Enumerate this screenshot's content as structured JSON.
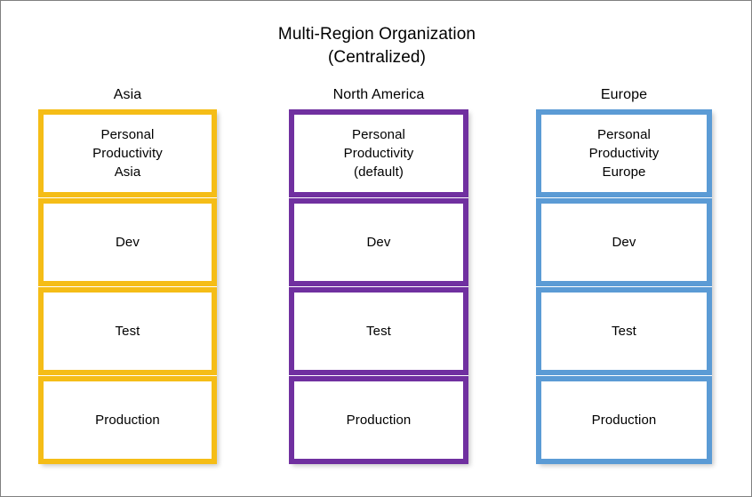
{
  "diagram": {
    "title": "Multi-Region Organization\n(Centralized)",
    "border_color": "#808080",
    "background": "#ffffff"
  },
  "columns": [
    {
      "header": "Asia",
      "color": "#F5BD17",
      "nodes": [
        {
          "label": "Personal\nProductivity\nAsia"
        },
        {
          "label": "Dev"
        },
        {
          "label": "Test"
        },
        {
          "label": "Production"
        }
      ]
    },
    {
      "header": "North America",
      "color": "#7030A0",
      "nodes": [
        {
          "label": "Personal\nProductivity\n(default)"
        },
        {
          "label": "Dev"
        },
        {
          "label": "Test"
        },
        {
          "label": "Production"
        }
      ]
    },
    {
      "header": "Europe",
      "color": "#5B9BD5",
      "nodes": [
        {
          "label": "Personal\nProductivity\nEurope"
        },
        {
          "label": "Dev"
        },
        {
          "label": "Test"
        },
        {
          "label": "Production"
        }
      ]
    }
  ]
}
